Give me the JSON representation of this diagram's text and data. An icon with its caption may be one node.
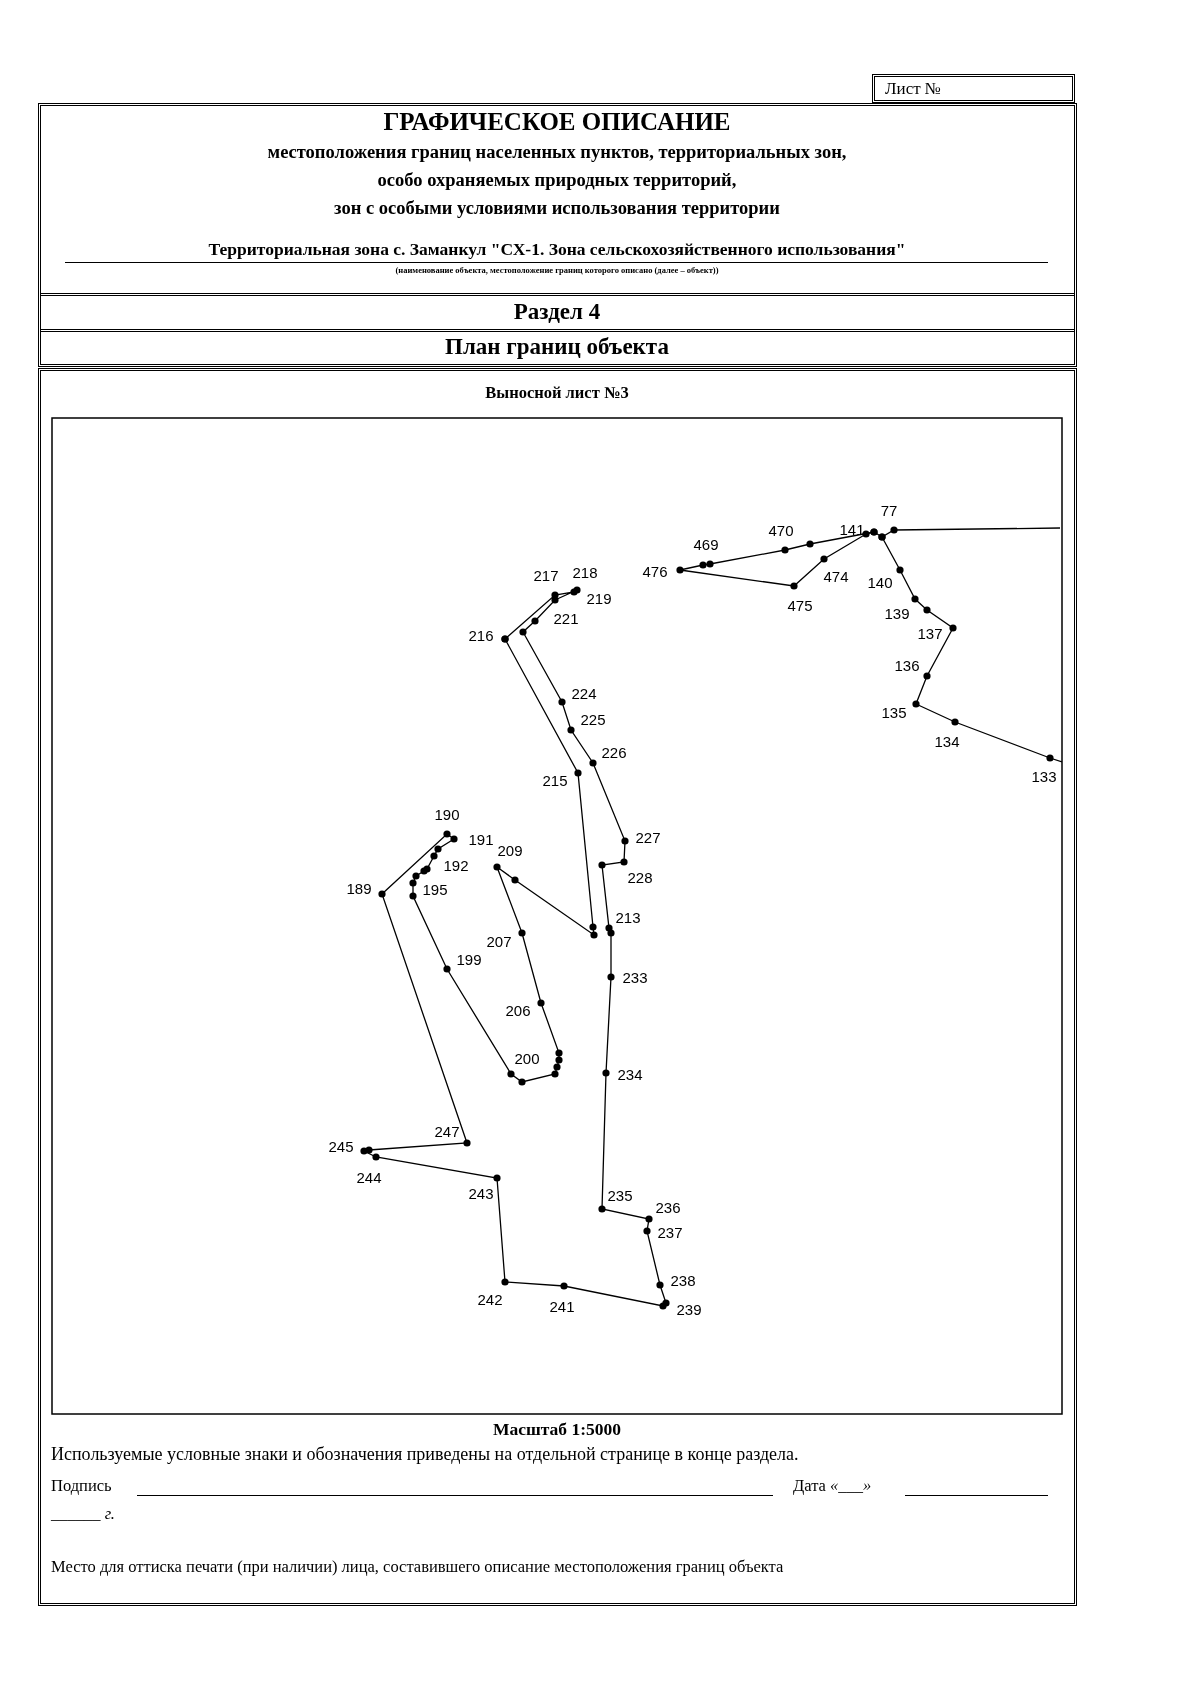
{
  "diagram": {
    "title": "ГРАФИЧЕСКОЕ ОПИСАНИЕ",
    "labels": [
      "Лист №",
      "местоположения границ населенных пунктов, территориальных зон,",
      "особо охраняемых природных территорий,",
      "зон с особыми условиями использования территории",
      "Территориальная зона с. Заманкул \"СХ-1. Зона сельскохозяйственного использования\"",
      "(наименование объекта, местоположение границ которого описано (далее – объект))",
      "Раздел 4",
      "План границ объекта",
      "Выносной лист №3",
      "77",
      "470",
      "141",
      "469",
      "218",
      "476",
      "217",
      "474",
      "140",
      "219",
      "475",
      "139",
      "221",
      "216",
      "137",
      "136",
      "224",
      "135",
      "225",
      "134",
      "226",
      "133",
      "215",
      "190",
      "191",
      "227",
      "209",
      "192",
      "228",
      "189",
      "195",
      "213",
      "207",
      "199",
      "233",
      "206",
      "200",
      "234",
      "247",
      "245",
      "244",
      "243",
      "235",
      "236",
      "237",
      "238",
      "242",
      "241",
      "239",
      "Масштаб 1:5000",
      "Используемые условные знаки и обозначения приведены на отдельной странице в конце раздела.",
      "Подпись",
      "Дата *«___»*",
      "______ *г.*",
      "Место для оттиска печати (при наличии) лица, составившего описание местоположения границ объекта"
    ]
  }
}
